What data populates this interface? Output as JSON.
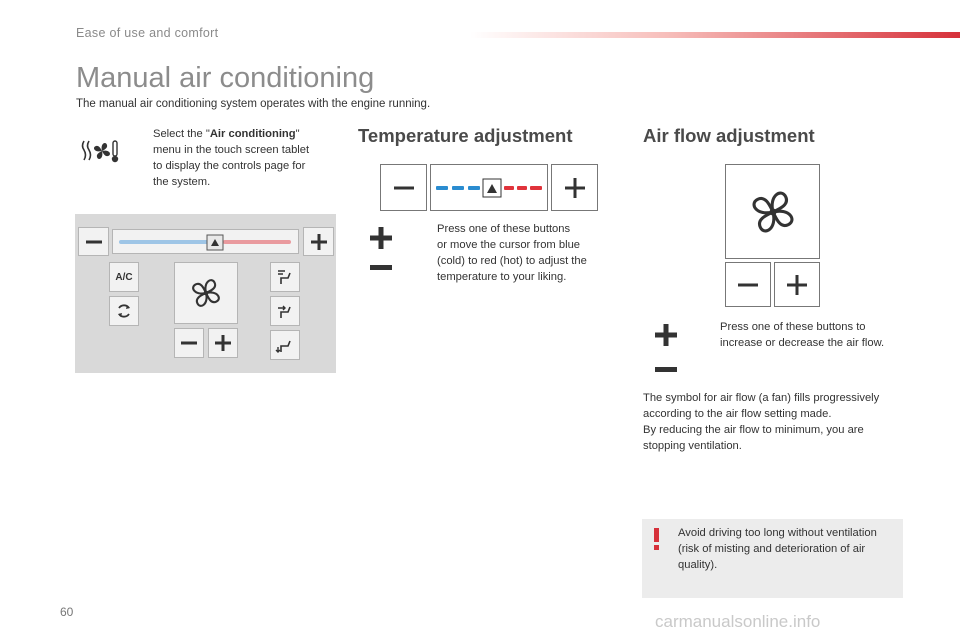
{
  "header": {
    "section": "Ease of use and comfort"
  },
  "page": {
    "title": "Manual air conditioning",
    "intro": "The manual air conditioning system operates with the engine running.",
    "number": "60"
  },
  "left": {
    "bullet": "",
    "select_prefix": "Select the \"",
    "select_bold": "Air conditioning",
    "select_suffix": "\"",
    "lines": [
      "menu in the touch screen tablet",
      "to display the controls page for",
      "the system."
    ],
    "screen": {
      "ac_label": "A/C"
    }
  },
  "temperature": {
    "title": "Temperature adjustment",
    "lines": [
      "Press one of these buttons",
      "or move the cursor from blue",
      "(cold) to red (hot) to adjust the",
      "temperature to your liking."
    ]
  },
  "airflow": {
    "title": "Air flow adjustment",
    "lines": [
      "Press one of these buttons to",
      "increase or decrease the air flow."
    ],
    "para": [
      "The symbol for air flow (a fan) fills progressively",
      "according to the air flow setting made.",
      "By reducing the air flow to minimum, you are",
      "stopping ventilation."
    ]
  },
  "note": {
    "lines": [
      "Avoid driving too long without ventilation",
      "(risk of misting and deterioration of air",
      "quality)."
    ]
  },
  "watermark": "carmanualsonline.info",
  "colors": {
    "cold": "#2a8cd0",
    "hot": "#e0333b",
    "accent": "#d6313a"
  }
}
